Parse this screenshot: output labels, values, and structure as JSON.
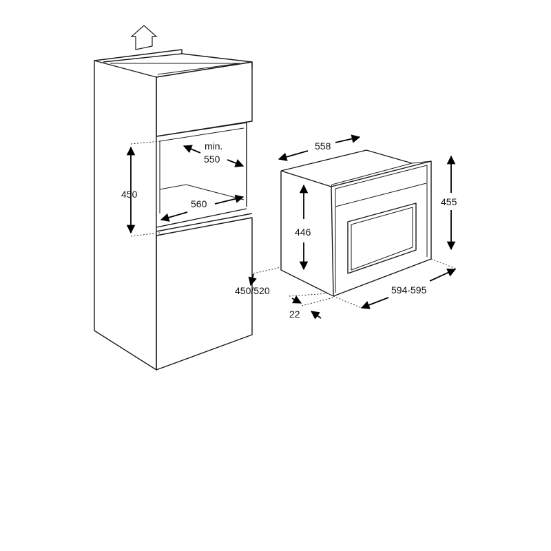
{
  "labels": {
    "min": "min.",
    "depth_550": "550",
    "height_450": "450",
    "width_560": "560",
    "depth_558": "558",
    "height_446": "446",
    "height_455": "455",
    "depth_450_520": "450/520",
    "width_594_595": "594-595",
    "offset_22": "22"
  },
  "colors": {
    "line": "#1a1a1a",
    "background": "#ffffff"
  },
  "icons": {
    "vent": "up-arrow-icon"
  }
}
